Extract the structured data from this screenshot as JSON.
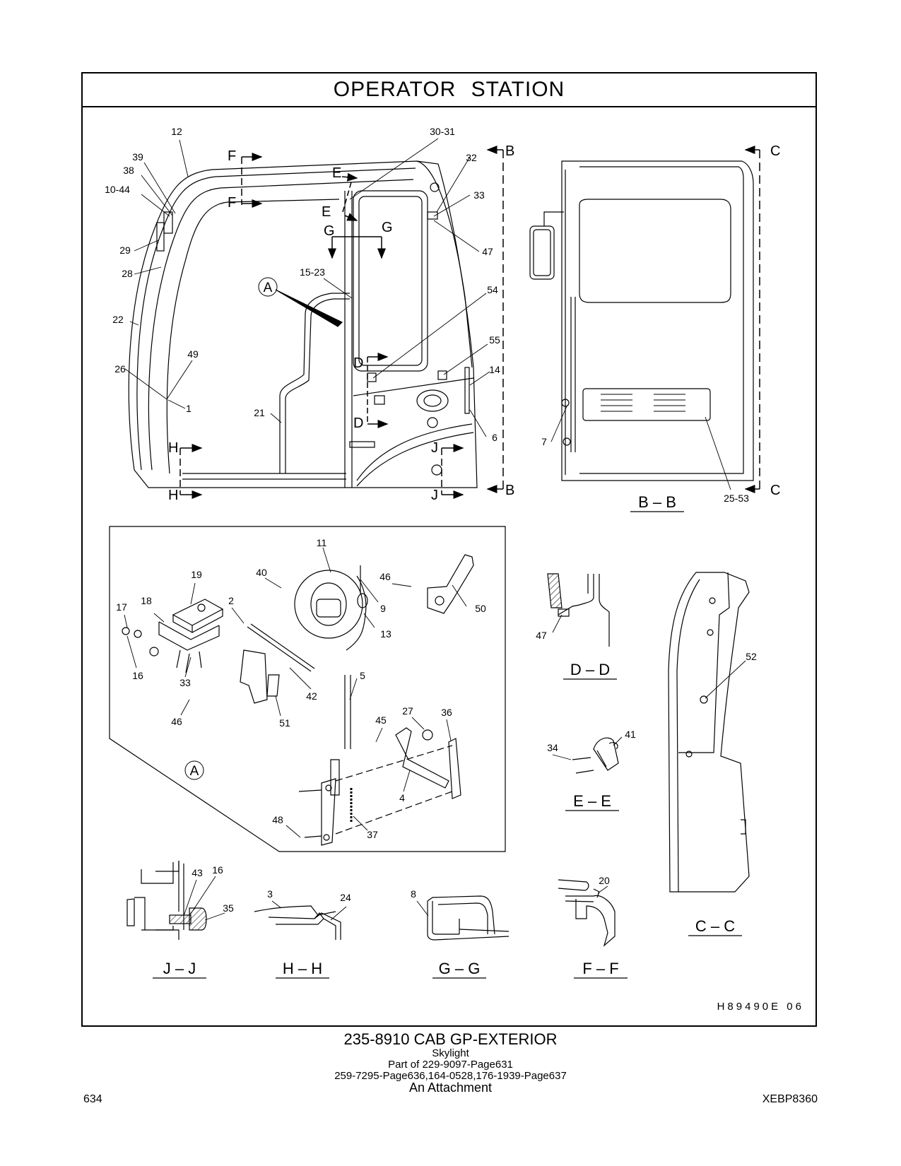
{
  "header": {
    "title": "OPERATOR   STATION"
  },
  "footer": {
    "drawing_code": "H89490E   06",
    "caption_main": "235-8910   CAB  GP-EXTERIOR",
    "caption_lines": [
      "Skylight",
      "Part of 229-9097-Page631",
      "259-7295-Page636,164-0528,176-1939-Page637",
      "An Attachment"
    ],
    "page_number": "634",
    "doc_code": "XEBP8360"
  },
  "views": {
    "bb": "B – B",
    "cc": "C – C",
    "dd": "D – D",
    "ee": "E – E",
    "jj": "J – J",
    "hh": "H – H",
    "gg": "G – G",
    "ff": "F – F"
  },
  "section_marks": {
    "b": "B",
    "c": "C",
    "d": "D",
    "e": "E",
    "f": "F",
    "g": "G",
    "h": "H",
    "j": "J",
    "a": "A"
  },
  "callouts": {
    "c12": "12",
    "c39": "39",
    "c38": "38",
    "c10_44": "10-44",
    "c29": "29",
    "c28": "28",
    "c22": "22",
    "c26": "26",
    "c49": "49",
    "c1": "1",
    "c21": "21",
    "c15_23": "15-23",
    "c30_31": "30-31",
    "c32": "32",
    "c33": "33",
    "c47": "47",
    "c54": "54",
    "c55": "55",
    "c14": "14",
    "c6": "6",
    "c7": "7",
    "c25_53": "25-53",
    "d11": "11",
    "d19": "19",
    "d40": "40",
    "d46a": "46",
    "d9": "9",
    "d50": "50",
    "d17": "17",
    "d18": "18",
    "d2": "2",
    "d13": "13",
    "d16": "16",
    "d33": "33",
    "d42": "42",
    "d46b": "46",
    "d51": "51",
    "d5": "5",
    "d45": "45",
    "d27": "27",
    "d36": "36",
    "d4": "4",
    "d48": "48",
    "d37": "37",
    "dd47": "47",
    "ee34": "34",
    "ee41": "41",
    "cc52": "52",
    "jj43": "43",
    "jj16": "16",
    "jj35": "35",
    "hh3": "3",
    "hh24": "24",
    "gg8": "8",
    "ff20": "20"
  }
}
